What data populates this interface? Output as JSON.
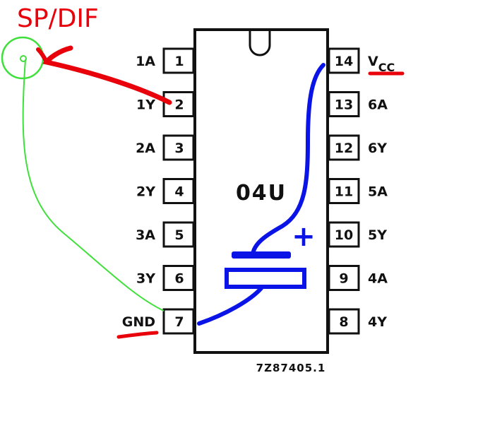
{
  "chip": {
    "label": "04U",
    "reference": "7Z87405.1"
  },
  "left_pins": [
    {
      "num": "1",
      "name": "1A"
    },
    {
      "num": "2",
      "name": "1Y"
    },
    {
      "num": "3",
      "name": "2A"
    },
    {
      "num": "4",
      "name": "2Y"
    },
    {
      "num": "5",
      "name": "3A"
    },
    {
      "num": "6",
      "name": "3Y"
    },
    {
      "num": "7",
      "name": "GND"
    }
  ],
  "right_pins": [
    {
      "num": "14",
      "name": "V",
      "sub": "CC"
    },
    {
      "num": "13",
      "name": "6A"
    },
    {
      "num": "12",
      "name": "6Y"
    },
    {
      "num": "11",
      "name": "5A"
    },
    {
      "num": "10",
      "name": "5Y"
    },
    {
      "num": "9",
      "name": "4A"
    },
    {
      "num": "8",
      "name": "4Y"
    }
  ],
  "annotations": {
    "spdif_label": "SP/DIF",
    "capacitor_polarity": "+"
  },
  "colors": {
    "red": "#e8000a",
    "blue": "#0a14e6",
    "green": "#3fe03a",
    "outline": "#111111"
  }
}
